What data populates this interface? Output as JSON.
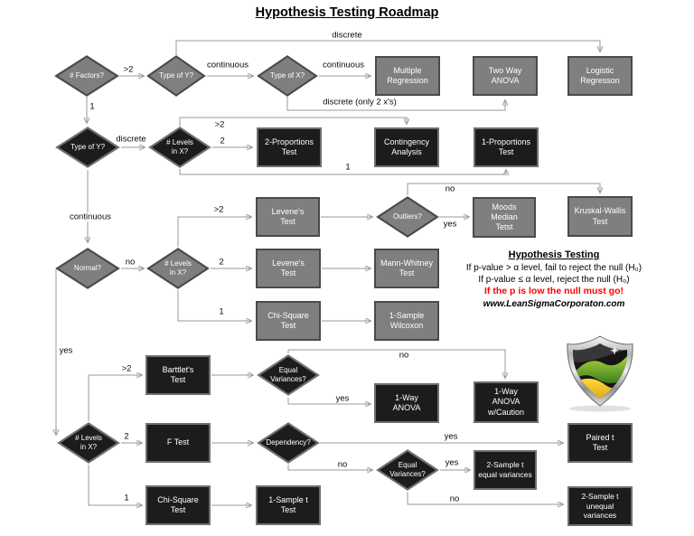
{
  "title": "Hypothesis Testing Roadmap",
  "nodes": {
    "factors": "# Factors?",
    "type_of_y_top": "Type of Y?",
    "type_of_x": "Type of X?",
    "multiple_regression": "Multiple\nRegression",
    "two_way_anova": "Two Way\nANOVA",
    "logistic_regression": "Logistic\nRegresson",
    "type_of_y_mid": "Type of Y?",
    "levels_in_x_1": "# Levels\nin X?",
    "two_proportions": "2-Proportions\nTest",
    "contingency": "Contingency\nAnalysis",
    "one_proportion": "1-Proportions\nTest",
    "levene_1": "Levene's\nTest",
    "outliers": "Outliers?",
    "moods_median": "Moods\nMedian\nTetst",
    "kruskal_wallis": "Kruskal-Wallis\nTest",
    "normal": "Normal?",
    "levels_in_x_2": "# Levels\nin X?",
    "levene_2": "Levene's\nTest",
    "mann_whitney": "Mann-Whitney\nTest",
    "chi_square_1": "Chi-Square\nTest",
    "one_sample_wilcoxon": "1-Sample\nWilcoxon",
    "bartlett": "Barttlet's\nTest",
    "equal_variances_1": "Equal\nVariances?",
    "one_way_anova": "1-Way\nANOVA",
    "one_way_anova_caution": "1-Way\nANOVA\nw/Caution",
    "levels_in_x_3": "# Levels\nin X?",
    "f_test": "F Test",
    "dependency": "Dependency?",
    "paired_t": "Paired t\nTest",
    "equal_variances_2": "Equal\nVariances?",
    "two_sample_t_equal": "2-Sample t\nequal variances",
    "chi_square_2": "Chi-Square\nTest",
    "one_sample_t": "1-Sample t\nTest",
    "two_sample_t_unequal": "2-Sample t\nunequal\nvariances"
  },
  "edge_labels": {
    "discrete_top": "discrete",
    "gt2_top": ">2",
    "continuous_1": "continuous",
    "continuous_2": "continuous",
    "discrete_only_2xs": "discrete (only 2 x's)",
    "one_top": "1",
    "discrete_mid": "discrete",
    "gt2_mid": ">2",
    "two_mid": "2",
    "one_mid": "1",
    "no_outliers": "no",
    "continuous_3": "continuous",
    "gt2_levene": ">2",
    "yes_outliers": "yes",
    "no_normal": "no",
    "two_levene": "2",
    "one_chisq": "1",
    "yes_normal": "yes",
    "gt2_bartlett": ">2",
    "no_equalvar1": "no",
    "yes_equalvar1": "yes",
    "two_ftest": "2",
    "yes_dependency": "yes",
    "no_dependency": "no",
    "yes_equalvar2": "yes",
    "no_equalvar2": "no",
    "one_chisq2": "1"
  },
  "info": {
    "heading": "Hypothesis Testing",
    "rule_gt": "If p-value > α level, fail to reject the null (H₀)",
    "rule_le": "If p-value ≤ α level, reject the null (H₀)",
    "slogan": "If the p is low the null must go!",
    "website": "www.LeanSigmaCorporaton.com"
  },
  "colors": {
    "node_gray": "#7f7f7f",
    "node_black": "#1c1c1c",
    "slogan_red": "#ff0000",
    "connector_gray": "#9a9a9a",
    "logo_green": "#6cb33f",
    "logo_yellow": "#f2c21f"
  }
}
